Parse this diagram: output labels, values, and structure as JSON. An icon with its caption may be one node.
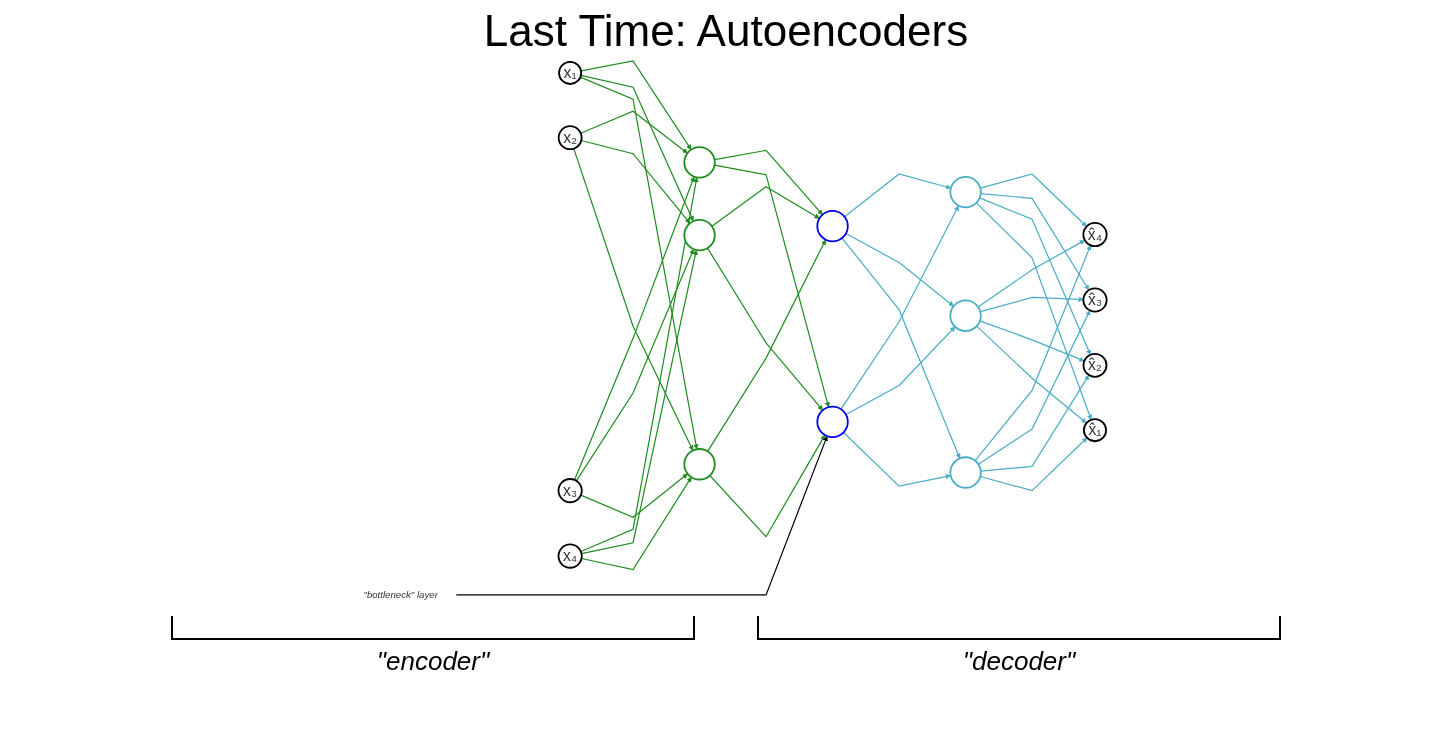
{
  "diagram": {
    "title": "Last Time: Autoencoders",
    "nodes": [
      {
        "text": [
          "x₁"
        ]
      },
      {
        "text": [
          "x₂"
        ]
      },
      {
        "text": [
          "x₃"
        ]
      },
      {
        "text": [
          "x₄"
        ]
      },
      {
        "text": [],
        "shape": "circle"
      },
      {
        "text": [],
        "shape": "circle"
      },
      {
        "text": [],
        "shape": "circle"
      },
      {
        "text": [],
        "shape": "circle"
      },
      {
        "text": [],
        "shape": "circle"
      },
      {
        "text": [],
        "shape": "circle"
      },
      {
        "text": [],
        "shape": "circle"
      },
      {
        "text": [],
        "shape": "circle"
      },
      {
        "text": [
          "x̂₁"
        ]
      },
      {
        "text": [
          "x̂₂"
        ]
      },
      {
        "text": [
          "x̂₃"
        ]
      },
      {
        "text": [
          "x̂₄"
        ]
      },
      {
        "text": [
          "\"bottleneck\" layer"
        ]
      }
    ],
    "edges": [
      {
        "from": 0,
        "to": 4,
        "arrow": "to"
      },
      {
        "from": 0,
        "to": 5,
        "arrow": "to"
      },
      {
        "from": 0,
        "to": 6,
        "arrow": "to"
      },
      {
        "from": 1,
        "to": 4,
        "arrow": "to"
      },
      {
        "from": 1,
        "to": 5,
        "arrow": "to"
      },
      {
        "from": 1,
        "to": 6,
        "arrow": "to"
      },
      {
        "from": 2,
        "to": 4,
        "arrow": "to"
      },
      {
        "from": 2,
        "to": 5,
        "arrow": "to"
      },
      {
        "from": 2,
        "to": 6,
        "arrow": "to"
      },
      {
        "from": 3,
        "to": 4,
        "arrow": "to"
      },
      {
        "from": 3,
        "to": 5,
        "arrow": "to"
      },
      {
        "from": 3,
        "to": 6,
        "arrow": "to"
      },
      {
        "from": 4,
        "to": 7,
        "arrow": "to"
      },
      {
        "from": 4,
        "to": 8,
        "arrow": "to"
      },
      {
        "from": 5,
        "to": 7,
        "arrow": "to"
      },
      {
        "from": 5,
        "to": 8,
        "arrow": "to"
      },
      {
        "from": 6,
        "to": 7,
        "arrow": "to"
      },
      {
        "from": 6,
        "to": 8,
        "arrow": "to"
      },
      {
        "from": 7,
        "to": 9,
        "arrow": "to",
        "color": "#4bacc6"
      },
      {
        "from": 7,
        "to": 10,
        "arrow": "to",
        "color": "#4bacc6"
      },
      {
        "from": 7,
        "to": 11,
        "arrow": "to",
        "color": "#4bacc6"
      },
      {
        "from": 8,
        "to": 9,
        "arrow": "to",
        "color": "#4bacc6"
      },
      {
        "from": 8,
        "to": 10,
        "arrow": "to",
        "color": "#4bacc6"
      },
      {
        "from": 8,
        "to": 11,
        "arrow": "to",
        "color": "#4bacc6"
      },
      {
        "from": 9,
        "to": 12,
        "arrow": "to",
        "color": "#4bacc6"
      },
      {
        "from": 9,
        "to": 13,
        "arrow": "to",
        "color": "#4bacc6"
      },
      {
        "from": 9,
        "to": 14,
        "arrow": "to",
        "color": "#4bacc6"
      },
      {
        "from": 9,
        "to": 15,
        "arrow": "to",
        "color": "#4bacc6"
      },
      {
        "from": 10,
        "to": 12,
        "arrow": "to",
        "color": "#4bacc6"
      },
      {
        "from": 10,
        "to": 13,
        "arrow": "to",
        "color": "#4bacc6"
      },
      {
        "from": 10,
        "to": 14,
        "arrow": "to",
        "color": "#4bacc6"
      },
      {
        "from": 10,
        "to": 15,
        "arrow": "to",
        "color": "#4bacc6"
      },
      {
        "from": 11,
        "to": 12,
        "arrow": "to",
        "color": "#4bacc6"
      },
      {
        "from": 11,
        "to": 13,
        "arrow": "to",
        "color": "#4bacc6"
      },
      {
        "from": 11,
        "to": 14,
        "arrow": "to",
        "color": "#4bacc6"
      },
      {
        "from": 11,
        "to": 15,
        "arrow": "to",
        "color": "#4bacc6"
      },
      {
        "from": 16,
        "to": 7,
        "arrow": "to",
        "color": "#000000"
      }
    ],
    "labels": [
      "\"encoder\"",
      "\"decoder\""
    ]
  }
}
